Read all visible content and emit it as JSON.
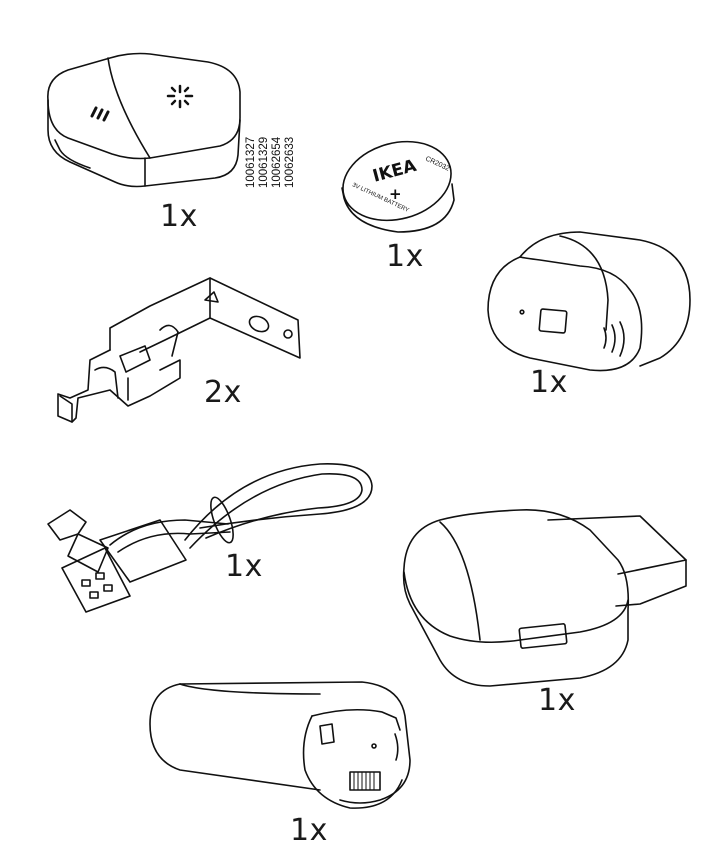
{
  "quantities": {
    "remote": "1x",
    "battery": "1x",
    "bracket": "2x",
    "repeater": "1x",
    "cable": "1x",
    "gateway": "1x",
    "battery_pack": "1x"
  },
  "article_numbers": [
    "10061327",
    "10061329",
    "10062654",
    "10062633"
  ],
  "battery_text": {
    "brand": "IKEA",
    "model": "CR2032",
    "polarity": "+",
    "type": "3V LITHIUM BATTERY"
  }
}
